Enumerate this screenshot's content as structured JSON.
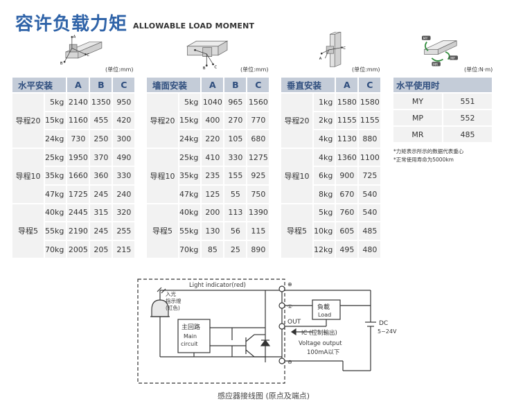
{
  "header": {
    "title_zh": "容许负载力矩",
    "title_en": "ALLOWABLE LOAD MOMENT"
  },
  "unit_mm": "(单位:mm)",
  "unit_nm": "(单位:N·m)",
  "illus_labels": {
    "a": "A",
    "b": "B",
    "c": "C",
    "my": "MY",
    "mp": "MP",
    "mr": "MR"
  },
  "tables": [
    {
      "title": "水平安装",
      "cols": [
        "A",
        "B",
        "C"
      ],
      "groups": [
        {
          "name": "导程20",
          "rows": [
            {
              "w": "5kg",
              "a": "2140",
              "b": "1350",
              "c": "950"
            },
            {
              "w": "15kg",
              "a": "1160",
              "b": "455",
              "c": "420"
            },
            {
              "w": "24kg",
              "a": "730",
              "b": "250",
              "c": "300"
            }
          ]
        },
        {
          "name": "导程10",
          "rows": [
            {
              "w": "25kg",
              "a": "1950",
              "b": "370",
              "c": "490"
            },
            {
              "w": "35kg",
              "a": "1660",
              "b": "360",
              "c": "330"
            },
            {
              "w": "47kg",
              "a": "1725",
              "b": "245",
              "c": "240"
            }
          ]
        },
        {
          "name": "导程5",
          "rows": [
            {
              "w": "40kg",
              "a": "2445",
              "b": "315",
              "c": "320"
            },
            {
              "w": "55kg",
              "a": "2190",
              "b": "245",
              "c": "255"
            },
            {
              "w": "70kg",
              "a": "2005",
              "b": "205",
              "c": "215"
            }
          ]
        }
      ]
    },
    {
      "title": "墙面安装",
      "cols": [
        "A",
        "B",
        "C"
      ],
      "groups": [
        {
          "name": "导程20",
          "rows": [
            {
              "w": "5kg",
              "a": "1040",
              "b": "965",
              "c": "1560"
            },
            {
              "w": "15kg",
              "a": "400",
              "b": "270",
              "c": "770"
            },
            {
              "w": "24kg",
              "a": "220",
              "b": "105",
              "c": "680"
            }
          ]
        },
        {
          "name": "导程10",
          "rows": [
            {
              "w": "25kg",
              "a": "410",
              "b": "330",
              "c": "1275"
            },
            {
              "w": "35kg",
              "a": "235",
              "b": "155",
              "c": "925"
            },
            {
              "w": "47kg",
              "a": "125",
              "b": "55",
              "c": "750"
            }
          ]
        },
        {
          "name": "导程5",
          "rows": [
            {
              "w": "40kg",
              "a": "200",
              "b": "113",
              "c": "1390"
            },
            {
              "w": "55kg",
              "a": "130",
              "b": "56",
              "c": "115"
            },
            {
              "w": "70kg",
              "a": "85",
              "b": "25",
              "c": "890"
            }
          ]
        }
      ]
    },
    {
      "title": "垂直安装",
      "cols": [
        "A",
        "C"
      ],
      "groups": [
        {
          "name": "导程20",
          "rows": [
            {
              "w": "1kg",
              "a": "1580",
              "c": "1580"
            },
            {
              "w": "2kg",
              "a": "1155",
              "c": "1155"
            },
            {
              "w": "4kg",
              "a": "1130",
              "c": "880"
            }
          ]
        },
        {
          "name": "导程10",
          "rows": [
            {
              "w": "4kg",
              "a": "1360",
              "c": "1100"
            },
            {
              "w": "6kg",
              "a": "900",
              "c": "725"
            },
            {
              "w": "8kg",
              "a": "670",
              "c": "540"
            }
          ]
        },
        {
          "name": "导程5",
          "rows": [
            {
              "w": "5kg",
              "a": "760",
              "c": "540"
            },
            {
              "w": "10kg",
              "a": "605",
              "c": "485"
            },
            {
              "w": "12kg",
              "a": "495",
              "c": "480"
            }
          ]
        }
      ]
    }
  ],
  "usage": {
    "title": "水平使用时",
    "rows": [
      {
        "name": "MY",
        "value": "551"
      },
      {
        "name": "MP",
        "value": "552"
      },
      {
        "name": "MR",
        "value": "485"
      }
    ]
  },
  "notes": [
    "*力矩表示所示的数据代表重心",
    "*正常使用寿命为5000km"
  ],
  "circuit": {
    "light_label": "Light indicator(red)",
    "in_light_1": "入光",
    "in_light_2": "指示燈",
    "in_light_3": "(紅色)",
    "main_zh": "主回路",
    "main_en_1": "Main",
    "main_en_2": "circuit",
    "load_zh": "負載",
    "load_en": "Load",
    "out": "OUT",
    "ic": "IC (控制輸出)",
    "vo": "Voltage output",
    "ma": "100mA以下",
    "dc": "DC",
    "dc_v": "5~24V",
    "t_plus": "⊕",
    "t_1": "①",
    "t_minus": "⊖",
    "caption": "感应器接线图 (原点及端点)"
  }
}
